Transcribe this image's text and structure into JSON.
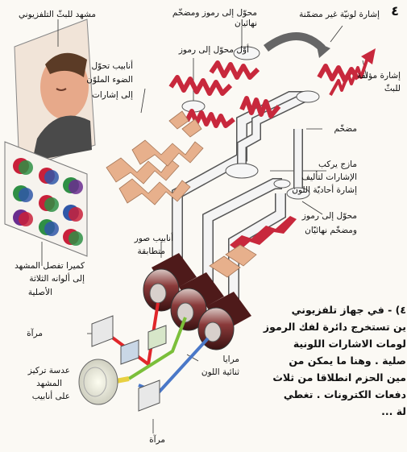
{
  "figure_number": "٤",
  "labels": {
    "tv_scene": "مشهد للبثّ التلفزيوني",
    "encoder_converter": "محوّل إلى رموز ومضخّم",
    "encoder_converter_2": "نهائيان",
    "non_encoded_color": "إشارة لونيّة غير مضمّنة",
    "color_tubes_1": "أنابيب تحوّل",
    "color_tubes_2": "الضوء الملوّن",
    "color_tubes_3": "إلى إشارات",
    "first_converter": "أوّل محوّل إلى رموز",
    "composite_signal_1": "إشارة مؤلفة",
    "composite_signal_2": "للبثّ",
    "amplifier": "مضخّم",
    "mixer_1": "مازج يركب",
    "mixer_2": "الإشارات لتأليف",
    "mixer_3": "إشارة أحاديّة اللون",
    "final_converter_1": "محوّل إلى رموز",
    "final_converter_2": "ومضخّم نهائيّان",
    "matched_tubes_1": "أنابيب صور",
    "matched_tubes_2": "متطابقة",
    "camera_1": "كميرا تفصل المشهد",
    "camera_2": "إلى ألوانه الثلاثة",
    "camera_3": "الأصلية",
    "mirror_top": "مرآة",
    "dichroic_1": "مرايا",
    "dichroic_2": "ثنائية اللون",
    "lens_1": "عدسة تركيز",
    "lens_2": "المشهد",
    "lens_3": "على أنابيب",
    "mirror_bottom": "مرآة"
  },
  "body_text": [
    "٤) - في جهاز تلفزيوني",
    "ين تستخرج دائرة لفك الرموز",
    "لومات الاشارات اللونية",
    "صلية . وهنا ما يمكن من",
    "مين الحزم انطلاقا من ثلاث",
    "دفعات الكترونات . تغطي",
    "لة ..."
  ],
  "colors": {
    "signal_red": "#c8283c",
    "tube_dark": "#6b2a2a",
    "pipe_outline": "#555555",
    "arrow_peach": "#e7b08c",
    "beam_red": "#e0262a",
    "beam_green": "#7bbf3a",
    "beam_blue": "#4a78c8"
  }
}
